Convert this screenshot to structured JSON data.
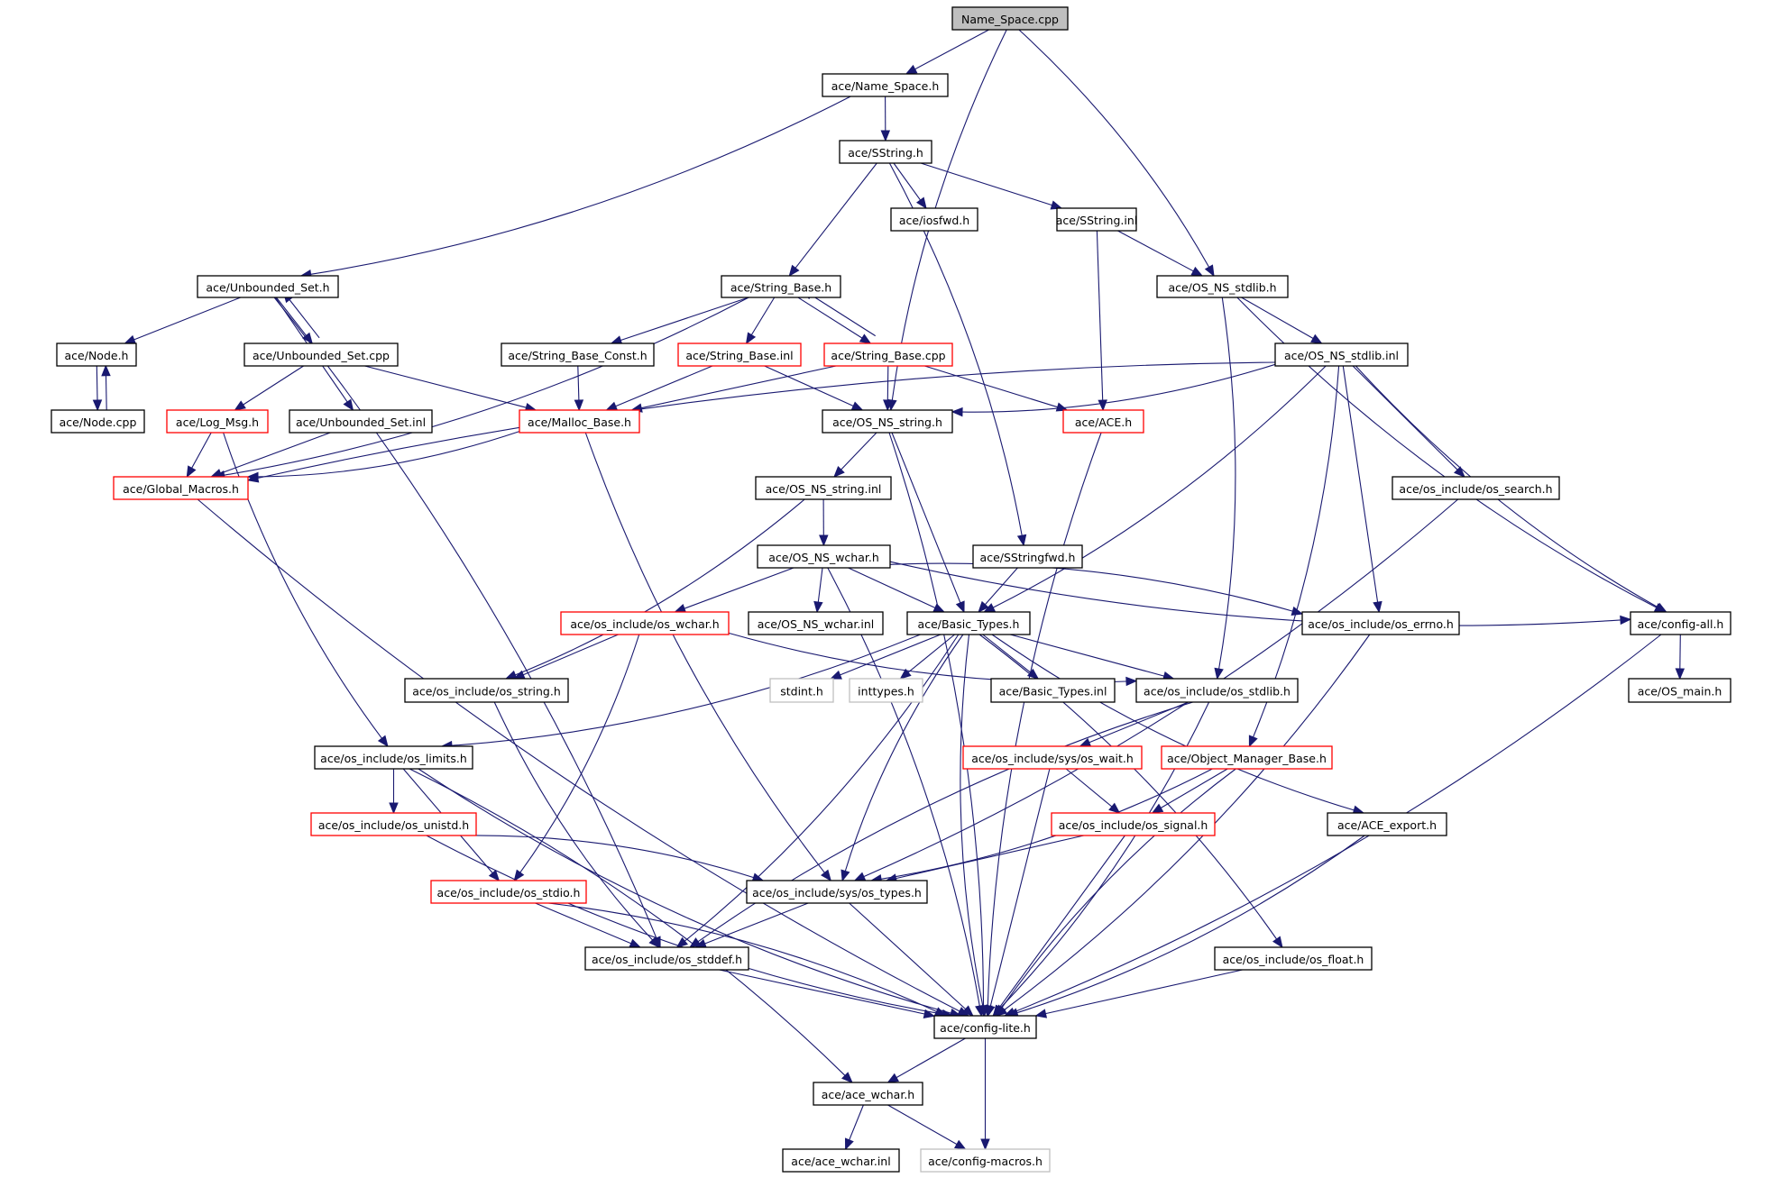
{
  "title": "Name_Space.cpp include dependency graph",
  "colors": {
    "edge": "#191970",
    "node_border_documented": "#000000",
    "node_border_truncated": "#ff0000",
    "node_border_undocumented": "#bfbfbf",
    "root_fill": "#bfbfbf"
  },
  "nodes": [
    {
      "id": "n_name_space_cpp",
      "label": "Name_Space.cpp",
      "style": "root"
    },
    {
      "id": "n_name_space_h",
      "label": "ace/Name_Space.h",
      "style": "normal"
    },
    {
      "id": "n_sstring_h",
      "label": "ace/SString.h",
      "style": "normal"
    },
    {
      "id": "n_iosfwd_h",
      "label": "ace/iosfwd.h",
      "style": "normal"
    },
    {
      "id": "n_sstring_inl",
      "label": "ace/SString.inl",
      "style": "normal"
    },
    {
      "id": "n_unbounded_set_h",
      "label": "ace/Unbounded_Set.h",
      "style": "normal"
    },
    {
      "id": "n_string_base_h",
      "label": "ace/String_Base.h",
      "style": "normal"
    },
    {
      "id": "n_os_ns_stdlib_h",
      "label": "ace/OS_NS_stdlib.h",
      "style": "normal"
    },
    {
      "id": "n_node_h",
      "label": "ace/Node.h",
      "style": "normal"
    },
    {
      "id": "n_unbounded_set_cpp",
      "label": "ace/Unbounded_Set.cpp",
      "style": "normal"
    },
    {
      "id": "n_string_base_const_h",
      "label": "ace/String_Base_Const.h",
      "style": "normal"
    },
    {
      "id": "n_string_base_inl",
      "label": "ace/String_Base.inl",
      "style": "red"
    },
    {
      "id": "n_string_base_cpp",
      "label": "ace/String_Base.cpp",
      "style": "red"
    },
    {
      "id": "n_os_ns_stdlib_inl",
      "label": "ace/OS_NS_stdlib.inl",
      "style": "normal"
    },
    {
      "id": "n_node_cpp",
      "label": "ace/Node.cpp",
      "style": "normal"
    },
    {
      "id": "n_log_msg_h",
      "label": "ace/Log_Msg.h",
      "style": "red"
    },
    {
      "id": "n_unbounded_set_inl",
      "label": "ace/Unbounded_Set.inl",
      "style": "normal"
    },
    {
      "id": "n_malloc_base_h",
      "label": "ace/Malloc_Base.h",
      "style": "red"
    },
    {
      "id": "n_os_ns_string_h",
      "label": "ace/OS_NS_string.h",
      "style": "normal"
    },
    {
      "id": "n_ace_h",
      "label": "ace/ACE.h",
      "style": "red"
    },
    {
      "id": "n_global_macros_h",
      "label": "ace/Global_Macros.h",
      "style": "red"
    },
    {
      "id": "n_os_ns_string_inl",
      "label": "ace/OS_NS_string.inl",
      "style": "normal"
    },
    {
      "id": "n_os_search_h",
      "label": "ace/os_include/os_search.h",
      "style": "normal"
    },
    {
      "id": "n_os_ns_wchar_h",
      "label": "ace/OS_NS_wchar.h",
      "style": "normal"
    },
    {
      "id": "n_sstringfwd_h",
      "label": "ace/SStringfwd.h",
      "style": "normal"
    },
    {
      "id": "n_os_wchar_h",
      "label": "ace/os_include/os_wchar.h",
      "style": "red"
    },
    {
      "id": "n_os_ns_wchar_inl",
      "label": "ace/OS_NS_wchar.inl",
      "style": "normal"
    },
    {
      "id": "n_basic_types_h",
      "label": "ace/Basic_Types.h",
      "style": "normal"
    },
    {
      "id": "n_os_errno_h",
      "label": "ace/os_include/os_errno.h",
      "style": "normal"
    },
    {
      "id": "n_config_all_h",
      "label": "ace/config-all.h",
      "style": "normal"
    },
    {
      "id": "n_os_string_h",
      "label": "ace/os_include/os_string.h",
      "style": "normal"
    },
    {
      "id": "n_stdint_h",
      "label": "stdint.h",
      "style": "gray"
    },
    {
      "id": "n_inttypes_h",
      "label": "inttypes.h",
      "style": "gray"
    },
    {
      "id": "n_basic_types_inl",
      "label": "ace/Basic_Types.inl",
      "style": "normal"
    },
    {
      "id": "n_os_stdlib_h",
      "label": "ace/os_include/os_stdlib.h",
      "style": "normal"
    },
    {
      "id": "n_os_main_h",
      "label": "ace/OS_main.h",
      "style": "normal"
    },
    {
      "id": "n_os_limits_h",
      "label": "ace/os_include/os_limits.h",
      "style": "normal"
    },
    {
      "id": "n_os_wait_h",
      "label": "ace/os_include/sys/os_wait.h",
      "style": "red"
    },
    {
      "id": "n_object_manager_base_h",
      "label": "ace/Object_Manager_Base.h",
      "style": "red"
    },
    {
      "id": "n_os_unistd_h",
      "label": "ace/os_include/os_unistd.h",
      "style": "red"
    },
    {
      "id": "n_os_signal_h",
      "label": "ace/os_include/os_signal.h",
      "style": "red"
    },
    {
      "id": "n_ace_export_h",
      "label": "ace/ACE_export.h",
      "style": "normal"
    },
    {
      "id": "n_os_stdio_h",
      "label": "ace/os_include/os_stdio.h",
      "style": "red"
    },
    {
      "id": "n_os_types_h",
      "label": "ace/os_include/sys/os_types.h",
      "style": "normal"
    },
    {
      "id": "n_os_stddef_h",
      "label": "ace/os_include/os_stddef.h",
      "style": "normal"
    },
    {
      "id": "n_os_float_h",
      "label": "ace/os_include/os_float.h",
      "style": "normal"
    },
    {
      "id": "n_config_lite_h",
      "label": "ace/config-lite.h",
      "style": "normal"
    },
    {
      "id": "n_ace_wchar_h",
      "label": "ace/ace_wchar.h",
      "style": "normal"
    },
    {
      "id": "n_ace_wchar_inl",
      "label": "ace/ace_wchar.inl",
      "style": "normal"
    },
    {
      "id": "n_config_macros_h",
      "label": "ace/config-macros.h",
      "style": "gray"
    }
  ],
  "edges": [
    [
      "n_name_space_cpp",
      "n_name_space_h"
    ],
    [
      "n_name_space_cpp",
      "n_os_ns_string_h"
    ],
    [
      "n_name_space_cpp",
      "n_os_ns_stdlib_h"
    ],
    [
      "n_name_space_h",
      "n_sstring_h"
    ],
    [
      "n_name_space_h",
      "n_unbounded_set_h"
    ],
    [
      "n_sstring_h",
      "n_iosfwd_h"
    ],
    [
      "n_sstring_h",
      "n_sstring_inl"
    ],
    [
      "n_sstring_h",
      "n_string_base_h"
    ],
    [
      "n_sstring_h",
      "n_sstringfwd_h"
    ],
    [
      "n_sstring_inl",
      "n_os_ns_stdlib_h"
    ],
    [
      "n_sstring_inl",
      "n_ace_h"
    ],
    [
      "n_unbounded_set_h",
      "n_node_h"
    ],
    [
      "n_unbounded_set_h",
      "n_unbounded_set_cpp"
    ],
    [
      "n_unbounded_set_h",
      "n_unbounded_set_inl"
    ],
    [
      "n_unbounded_set_h",
      "n_os_stddef_h"
    ],
    [
      "n_unbounded_set_cpp",
      "n_unbounded_set_h"
    ],
    [
      "n_unbounded_set_cpp",
      "n_log_msg_h"
    ],
    [
      "n_unbounded_set_cpp",
      "n_malloc_base_h"
    ],
    [
      "n_node_h",
      "n_node_cpp"
    ],
    [
      "n_node_cpp",
      "n_node_h"
    ],
    [
      "n_log_msg_h",
      "n_global_macros_h"
    ],
    [
      "n_log_msg_h",
      "n_os_limits_h"
    ],
    [
      "n_unbounded_set_inl",
      "n_global_macros_h"
    ],
    [
      "n_string_base_h",
      "n_string_base_const_h"
    ],
    [
      "n_string_base_h",
      "n_string_base_inl"
    ],
    [
      "n_string_base_h",
      "n_string_base_cpp"
    ],
    [
      "n_string_base_h",
      "n_global_macros_h"
    ],
    [
      "n_string_base_cpp",
      "n_string_base_h"
    ],
    [
      "n_string_base_cpp",
      "n_malloc_base_h"
    ],
    [
      "n_string_base_cpp",
      "n_os_ns_string_h"
    ],
    [
      "n_string_base_cpp",
      "n_ace_h"
    ],
    [
      "n_string_base_const_h",
      "n_malloc_base_h"
    ],
    [
      "n_string_base_inl",
      "n_malloc_base_h"
    ],
    [
      "n_string_base_inl",
      "n_os_ns_string_h"
    ],
    [
      "n_malloc_base_h",
      "n_global_macros_h"
    ],
    [
      "n_malloc_base_h",
      "n_os_types_h"
    ],
    [
      "n_os_ns_string_h",
      "n_os_ns_string_inl"
    ],
    [
      "n_os_ns_string_h",
      "n_basic_types_h"
    ],
    [
      "n_os_ns_string_h",
      "n_config_lite_h"
    ],
    [
      "n_os_ns_string_inl",
      "n_os_ns_wchar_h"
    ],
    [
      "n_os_ns_string_inl",
      "n_os_string_h"
    ],
    [
      "n_os_ns_stdlib_h",
      "n_os_ns_stdlib_inl"
    ],
    [
      "n_os_ns_stdlib_h",
      "n_os_stdlib_h"
    ],
    [
      "n_os_ns_stdlib_h",
      "n_config_all_h"
    ],
    [
      "n_os_ns_stdlib_inl",
      "n_os_ns_string_h"
    ],
    [
      "n_os_ns_stdlib_inl",
      "n_global_macros_h"
    ],
    [
      "n_os_ns_stdlib_inl",
      "n_basic_types_h"
    ],
    [
      "n_os_ns_stdlib_inl",
      "n_os_search_h"
    ],
    [
      "n_os_ns_stdlib_inl",
      "n_os_errno_h"
    ],
    [
      "n_os_ns_stdlib_inl",
      "n_config_all_h"
    ],
    [
      "n_os_ns_stdlib_inl",
      "n_object_manager_base_h"
    ],
    [
      "n_ace_h",
      "n_config_lite_h"
    ],
    [
      "n_os_search_h",
      "n_os_types_h"
    ],
    [
      "n_global_macros_h",
      "n_config_lite_h"
    ],
    [
      "n_sstringfwd_h",
      "n_basic_types_h"
    ],
    [
      "n_os_ns_wchar_h",
      "n_os_wchar_h"
    ],
    [
      "n_os_ns_wchar_h",
      "n_os_ns_wchar_inl"
    ],
    [
      "n_os_ns_wchar_h",
      "n_basic_types_h"
    ],
    [
      "n_os_ns_wchar_h",
      "n_os_errno_h"
    ],
    [
      "n_os_ns_wchar_h",
      "n_config_all_h"
    ],
    [
      "n_os_ns_wchar_h",
      "n_config_lite_h"
    ],
    [
      "n_os_wchar_h",
      "n_os_string_h"
    ],
    [
      "n_os_wchar_h",
      "n_os_stdio_h"
    ],
    [
      "n_os_wchar_h",
      "n_os_stdlib_h"
    ],
    [
      "n_basic_types_h",
      "n_stdint_h"
    ],
    [
      "n_basic_types_h",
      "n_inttypes_h"
    ],
    [
      "n_basic_types_h",
      "n_basic_types_inl"
    ],
    [
      "n_basic_types_h",
      "n_os_stdlib_h"
    ],
    [
      "n_basic_types_h",
      "n_os_limits_h"
    ],
    [
      "n_basic_types_h",
      "n_os_types_h"
    ],
    [
      "n_basic_types_h",
      "n_os_stddef_h"
    ],
    [
      "n_basic_types_h",
      "n_ace_export_h"
    ],
    [
      "n_basic_types_h",
      "n_os_float_h"
    ],
    [
      "n_basic_types_h",
      "n_config_lite_h"
    ],
    [
      "n_os_errno_h",
      "n_config_lite_h"
    ],
    [
      "n_config_all_h",
      "n_os_main_h"
    ],
    [
      "n_config_all_h",
      "n_config_lite_h"
    ],
    [
      "n_os_string_h",
      "n_os_stddef_h"
    ],
    [
      "n_os_stdlib_h",
      "n_os_wait_h"
    ],
    [
      "n_os_stdlib_h",
      "n_os_stddef_h"
    ],
    [
      "n_os_stdlib_h",
      "n_config_lite_h"
    ],
    [
      "n_os_limits_h",
      "n_os_unistd_h"
    ],
    [
      "n_os_limits_h",
      "n_os_stdio_h"
    ],
    [
      "n_os_limits_h",
      "n_config_lite_h"
    ],
    [
      "n_os_limits_h",
      "n_ace_wchar_h"
    ],
    [
      "n_os_wait_h",
      "n_os_signal_h"
    ],
    [
      "n_os_wait_h",
      "n_config_lite_h"
    ],
    [
      "n_object_manager_base_h",
      "n_os_signal_h"
    ],
    [
      "n_object_manager_base_h",
      "n_os_types_h"
    ],
    [
      "n_object_manager_base_h",
      "n_config_lite_h"
    ],
    [
      "n_os_unistd_h",
      "n_os_types_h"
    ],
    [
      "n_os_unistd_h",
      "n_config_lite_h"
    ],
    [
      "n_os_signal_h",
      "n_os_types_h"
    ],
    [
      "n_os_signal_h",
      "n_config_lite_h"
    ],
    [
      "n_ace_export_h",
      "n_config_lite_h"
    ],
    [
      "n_os_stdio_h",
      "n_os_stddef_h"
    ],
    [
      "n_os_stdio_h",
      "n_config_lite_h"
    ],
    [
      "n_os_types_h",
      "n_os_stddef_h"
    ],
    [
      "n_os_types_h",
      "n_config_lite_h"
    ],
    [
      "n_os_stddef_h",
      "n_config_lite_h"
    ],
    [
      "n_os_float_h",
      "n_config_lite_h"
    ],
    [
      "n_config_lite_h",
      "n_ace_wchar_h"
    ],
    [
      "n_config_lite_h",
      "n_config_macros_h"
    ],
    [
      "n_ace_wchar_h",
      "n_ace_wchar_inl"
    ],
    [
      "n_ace_wchar_h",
      "n_config_macros_h"
    ]
  ]
}
